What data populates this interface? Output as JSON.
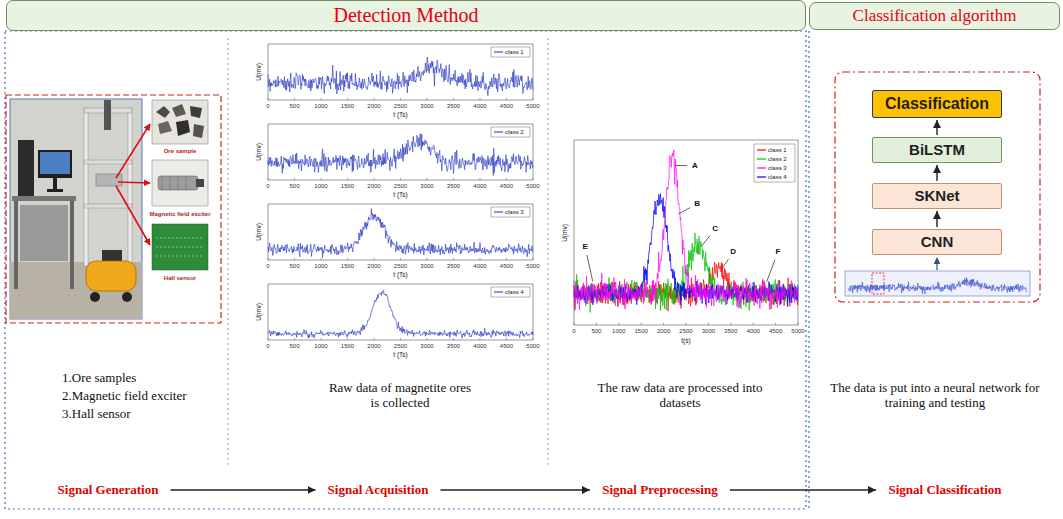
{
  "diagram": {
    "nodes": [
      {
        "text": [
          "Detection Method"
        ]
      },
      {
        "text": [
          "Classification algorithm"
        ]
      },
      {
        "text": [
          "Classification"
        ]
      },
      {
        "text": [
          "BiLSTM"
        ]
      },
      {
        "text": [
          "SKNet"
        ]
      },
      {
        "text": [
          "CNN"
        ]
      },
      {
        "text": [
          "Signal Generation"
        ]
      },
      {
        "text": [
          "Signal Acquisition"
        ]
      },
      {
        "text": [
          "Signal Preprocessing"
        ]
      },
      {
        "text": [
          "Signal Classification"
        ]
      }
    ],
    "edges": [
      {
        "from": 5,
        "to": 4,
        "arrow": "to"
      },
      {
        "from": 4,
        "to": 3,
        "arrow": "to"
      },
      {
        "from": 3,
        "to": 2,
        "arrow": "to"
      },
      {
        "from": 6,
        "to": 7,
        "arrow": "to"
      },
      {
        "from": 7,
        "to": 8,
        "arrow": "to"
      },
      {
        "from": 8,
        "to": 9,
        "arrow": "to"
      }
    ],
    "labels": [
      "Ore sample",
      "Magnetic field exciter",
      "Hall sensor",
      "1.Ore samples",
      "2.Magnetic field exciter",
      "3.Hall sensor",
      "Raw data of magnetite ores is collected",
      "The raw data are processed into datasets",
      "The data is put into a neural network for training and testing",
      "t (Ts)",
      "U(mv)",
      "0",
      "500",
      "1000",
      "1500",
      "2000",
      "2500",
      "3000",
      "3500",
      "4000",
      "4500",
      "5000",
      "t (Ts)",
      "U(mv)",
      "0",
      "500",
      "1000",
      "1500",
      "2000",
      "2500",
      "3000",
      "3500",
      "4000",
      "4500",
      "5000",
      "t (Ts)",
      "U(mv)",
      "0",
      "500",
      "1000",
      "1500",
      "2000",
      "2500",
      "3000",
      "3500",
      "4000",
      "4500",
      "5000",
      "t (Ts)",
      "U(mv)",
      "0",
      "500",
      "1000",
      "1500",
      "2000",
      "2500",
      "3000",
      "3500",
      "4000",
      "4500",
      "5000",
      "A",
      "B",
      "C",
      "D",
      "E",
      "F",
      "t(s)",
      "U(mv)",
      "0",
      "500",
      "1000",
      "1500",
      "2000",
      "2500",
      "3000",
      "3500",
      "4000",
      "4500",
      "5000"
    ],
    "legend": [
      {
        "text": "class 1"
      },
      {
        "text": "class 2"
      },
      {
        "text": "class 3"
      },
      {
        "text": "class 4"
      },
      {
        "text": "class 1"
      },
      {
        "text": "class 2"
      },
      {
        "text": "class 3"
      },
      {
        "text": "class 4"
      }
    ]
  }
}
